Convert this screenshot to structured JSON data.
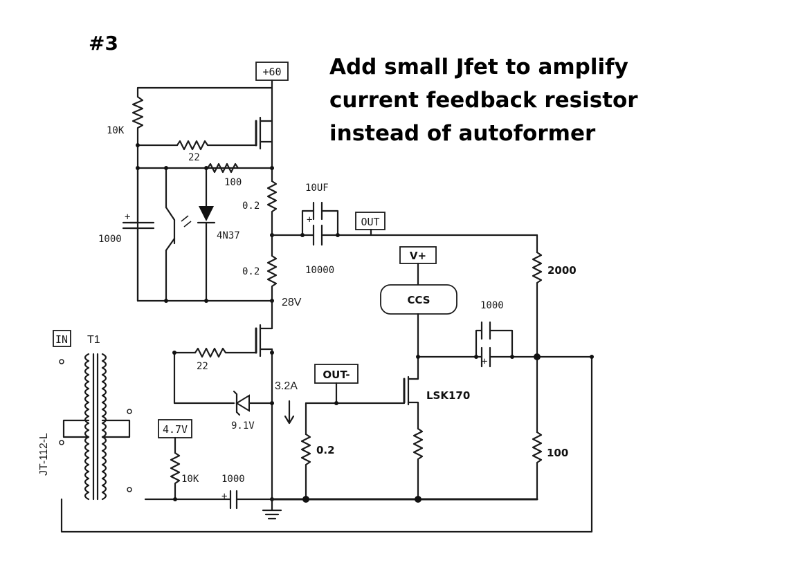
{
  "page_number": "#3",
  "note_lines": [
    "Add small Jfet to amplify",
    "current feedback resistor",
    "instead of autoformer"
  ],
  "boxes": {
    "supply": "+60",
    "out": "OUT",
    "vplus": "V+",
    "ccs": "CCS",
    "out_minus": "OUT-",
    "in": "IN",
    "bias": "4.7V"
  },
  "labels": {
    "r_10k_top": "10K",
    "r_22_top": "22",
    "r_100_top": "100",
    "r_0_2_upper": "0.2",
    "r_0_2_lower": "0.2",
    "c_1000_left": "1000",
    "optocoupler": "4N37",
    "c_10uf": "10UF",
    "c_10000": "10000",
    "node_28v": "28V",
    "transformer": "T1",
    "transformer_part": "JT-112-L",
    "r_22_bottom": "22",
    "current": "3.2A",
    "zener": "9.1V",
    "r_10k_bottom": "10K",
    "c_1000_bottom": "1000",
    "r_0_2_sense": "0.2",
    "jfet": "LSK170",
    "r_2000": "2000",
    "r_100_right": "100",
    "c_1000_right": "1000"
  }
}
